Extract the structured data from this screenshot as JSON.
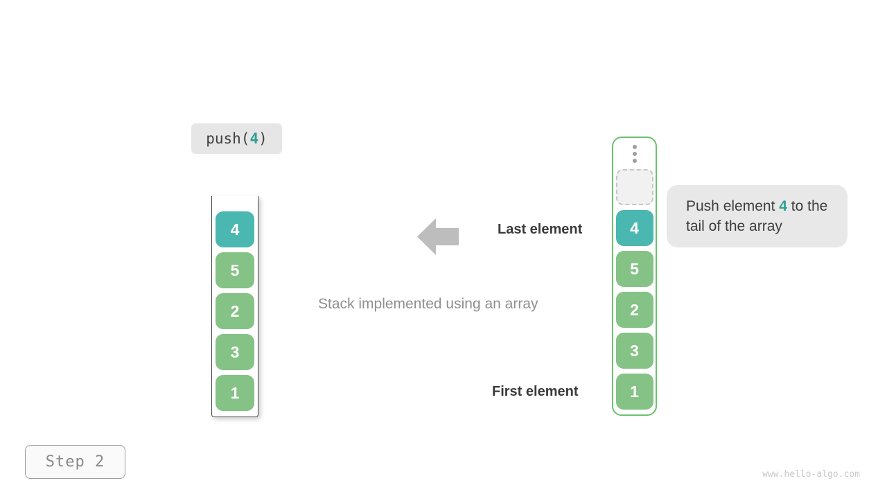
{
  "push_operation": {
    "prefix": "push(",
    "argument": "4",
    "suffix": ")"
  },
  "stacks": {
    "left": {
      "items": [
        "4",
        "5",
        "2",
        "3",
        "1"
      ]
    },
    "right": {
      "ellipsis_icon": "vertical-dots-icon",
      "items": [
        "4",
        "5",
        "2",
        "3",
        "1"
      ]
    }
  },
  "annotations": {
    "last_element": "Last element",
    "first_element": "First element",
    "caption": "Stack implemented using an array",
    "arrow_icon": "left-arrow-icon"
  },
  "callout": {
    "pre": "Push element ",
    "highlight": "4",
    "post": " to the tail of the array"
  },
  "step_badge": {
    "label": "Step 2"
  },
  "watermark": {
    "text": "www.hello-algo.com"
  },
  "colors": {
    "teal": "#4ab8b0",
    "teal-text": "#2f9e94",
    "green": "#85c286",
    "green-border": "#6cc06f",
    "bubble": "#e8e8e8",
    "arrow-gray": "#bdbdbd",
    "muted-text": "#8f8f8f"
  }
}
